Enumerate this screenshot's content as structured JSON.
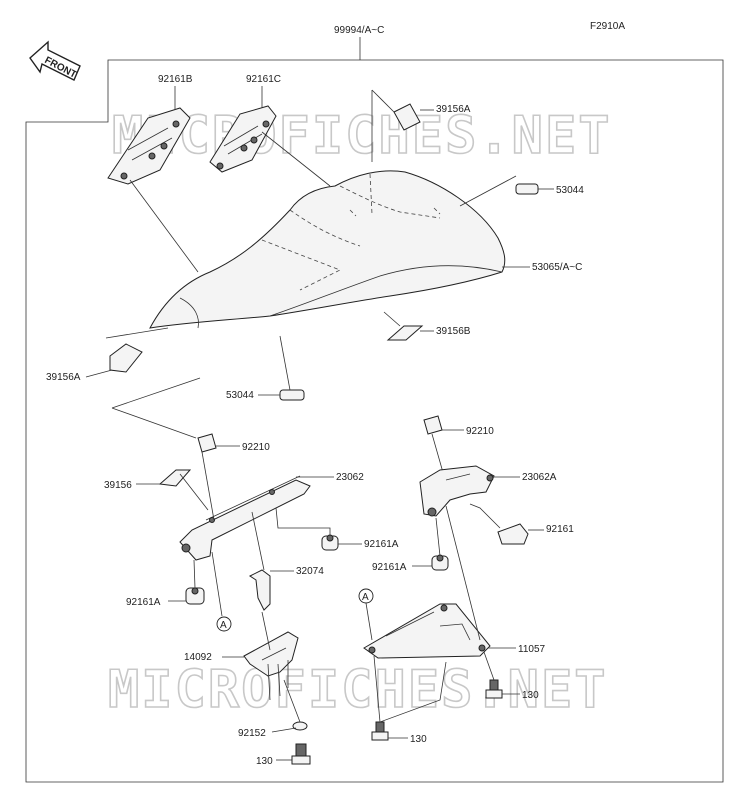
{
  "figure_code": "F2910A",
  "front_label": "FRONT",
  "watermark": "MICROFICHES.NET",
  "callout_letter": "A",
  "parts": {
    "kit": "99994/A~C",
    "p92161B": "92161B",
    "p92161C": "92161C",
    "p39156A_top": "39156A",
    "p53044_right": "53044",
    "p53065": "53065/A~C",
    "p39156B": "39156B",
    "p39156A_left": "39156A",
    "p53044_bottom": "53044",
    "p92210_left": "92210",
    "p92210_right": "92210",
    "p39156": "39156",
    "p23062": "23062",
    "p23062A": "23062A",
    "p92161A_mid": "92161A",
    "p92161": "92161",
    "p32074": "32074",
    "p92161A_left": "92161A",
    "p92161A_right": "92161A",
    "p14092": "14092",
    "p11057": "11057",
    "p130_right": "130",
    "p92152": "92152",
    "p130_mid": "130",
    "p130_bottom": "130"
  }
}
